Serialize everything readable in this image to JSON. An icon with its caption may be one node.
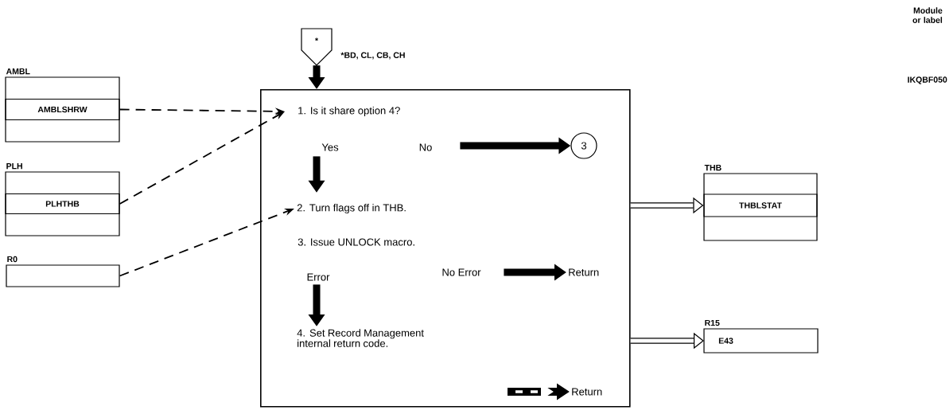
{
  "diagram": {
    "nodes": [
      {
        "text": [
          "AMBL"
        ]
      },
      {
        "text": [
          "AMBLSHRW"
        ],
        "in": 0
      },
      {
        "text": [
          "PLH"
        ]
      },
      {
        "text": [
          "PLHTHB"
        ],
        "in": 2
      },
      {
        "text": [
          "R0"
        ]
      },
      {
        "text": [
          "*"
        ],
        "beside": [
          "*BD, CL, CB, CH"
        ]
      },
      {
        "text": [],
        "shape": "box"
      },
      {
        "text": [
          "1. Is it share option 4?",
          "Yes",
          "No"
        ],
        "in": 6
      },
      {
        "text": [
          "2. Turn flags off in THB."
        ],
        "in": 6
      },
      {
        "text": [
          "3. Issue UNLOCK macro.",
          "Error",
          "No Error"
        ],
        "in": 6
      },
      {
        "text": [
          "4. Set Record Management internal return code."
        ],
        "in": 6
      },
      {
        "text": [
          "3"
        ],
        "in": 6
      },
      {
        "text": [
          "Return"
        ],
        "in": 6
      },
      {
        "text": [
          "Return"
        ],
        "in": 6
      },
      {
        "text": [
          "THB"
        ]
      },
      {
        "text": [
          "THBLSTAT"
        ],
        "in": 14
      },
      {
        "text": [
          "R15"
        ]
      },
      {
        "text": [
          "E43"
        ],
        "in": 16
      }
    ],
    "edges": [
      {
        "from": 1,
        "to": 7,
        "arrow": "to",
        "style": "dashed"
      },
      {
        "from": 3,
        "to": 7,
        "arrow": "to",
        "style": "dashed"
      },
      {
        "from": 4,
        "to": 8,
        "arrow": "to",
        "style": "dashed"
      },
      {
        "from": 5,
        "to": 6,
        "arrow": "to"
      },
      {
        "from": 7,
        "to": 8,
        "arrow": "to"
      },
      {
        "from": 7,
        "to": 11,
        "arrow": "to"
      },
      {
        "from": 9,
        "to": 12,
        "arrow": "to"
      },
      {
        "from": 9,
        "to": 10,
        "arrow": "to"
      },
      {
        "from": null,
        "to": 13,
        "arrow": "to"
      },
      {
        "from": 6,
        "to": 15,
        "arrow": "to"
      },
      {
        "from": 6,
        "to": 17,
        "arrow": "to"
      }
    ],
    "labels": [
      "Module or label",
      "IKQBF050"
    ]
  }
}
